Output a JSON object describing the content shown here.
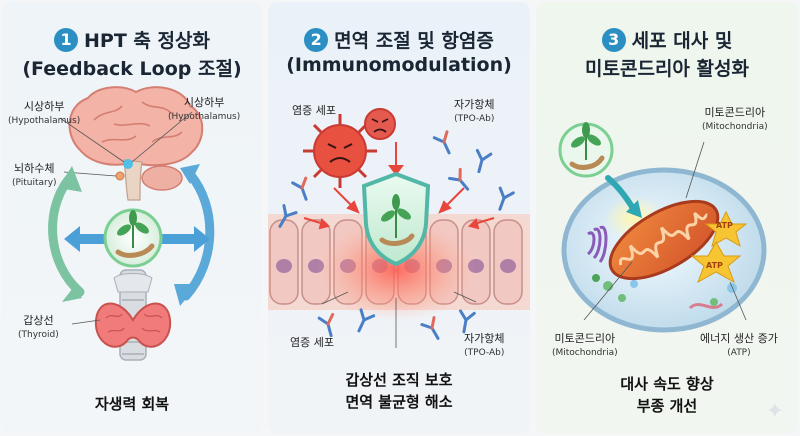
{
  "panel1": {
    "number": "1",
    "title_line1": "HPT 축 정상화",
    "title_line2": "(Feedback Loop 조절)",
    "label_hypo_left": "시상하부",
    "label_hypo_left_en": "(Hypothalamus)",
    "label_hypo_right": "시상하부",
    "label_hypo_right_en": "(Hypothalamus)",
    "label_pituitary": "뇌하수체",
    "label_pituitary_en": "(Pituitary)",
    "label_thyroid": "갑상선",
    "label_thyroid_en": "(Thyroid)",
    "caption": "자생력 회복"
  },
  "panel2": {
    "number": "2",
    "title_line1": "면역 조절 및 항염증",
    "title_line2": "(Immunomodulation)",
    "label_inflam_top": "염증 세포",
    "label_autoab_top": "자가항체",
    "label_autoab_top_en": "(TPO-Ab)",
    "label_inflam_bottom": "염증 세포",
    "label_autoab_bottom": "자가항체",
    "label_autoab_bottom_en": "(TPO-Ab)",
    "caption_line1": "갑상선 조직 보호",
    "caption_line2": "면역 불균형 해소"
  },
  "panel3": {
    "number": "3",
    "title_line1": "세포 대사 및",
    "title_line2": "미토콘드리아 활성화",
    "label_mito_top": "미토콘드리아",
    "label_mito_top_en": "(Mitochondria)",
    "label_mito_bottom": "미토콘드리아",
    "label_mito_bottom_en": "(Mitochondria)",
    "label_energy": "에너지 생산 증가",
    "label_energy_en": "(ATP)",
    "atp_badge": "ATP",
    "caption_line1": "대사 속도 향상",
    "caption_line2": "부종 개선"
  },
  "colors": {
    "accent_blue": "#2b8fc4",
    "arrow_teal": "#5fb3a3",
    "inflammation_red": "#e8453c",
    "mito_orange": "#e06a2c",
    "atp_yellow": "#f7c531"
  }
}
